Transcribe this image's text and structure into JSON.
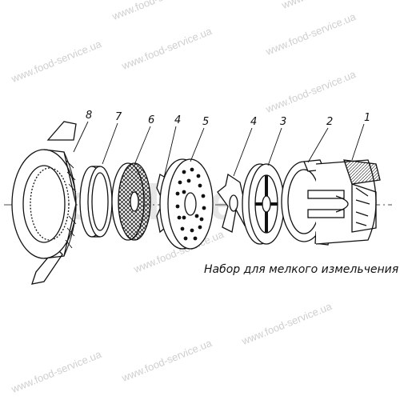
{
  "caption": "Набор для мелкого измельчения",
  "watermark": "www.food-service.ua",
  "watermark_big": "food-service",
  "callouts": [
    "8",
    "7",
    "6",
    "4",
    "5",
    "4",
    "3",
    "2",
    "1"
  ],
  "colors": {
    "line": "#111111",
    "watermark": "#cfcfcf"
  }
}
